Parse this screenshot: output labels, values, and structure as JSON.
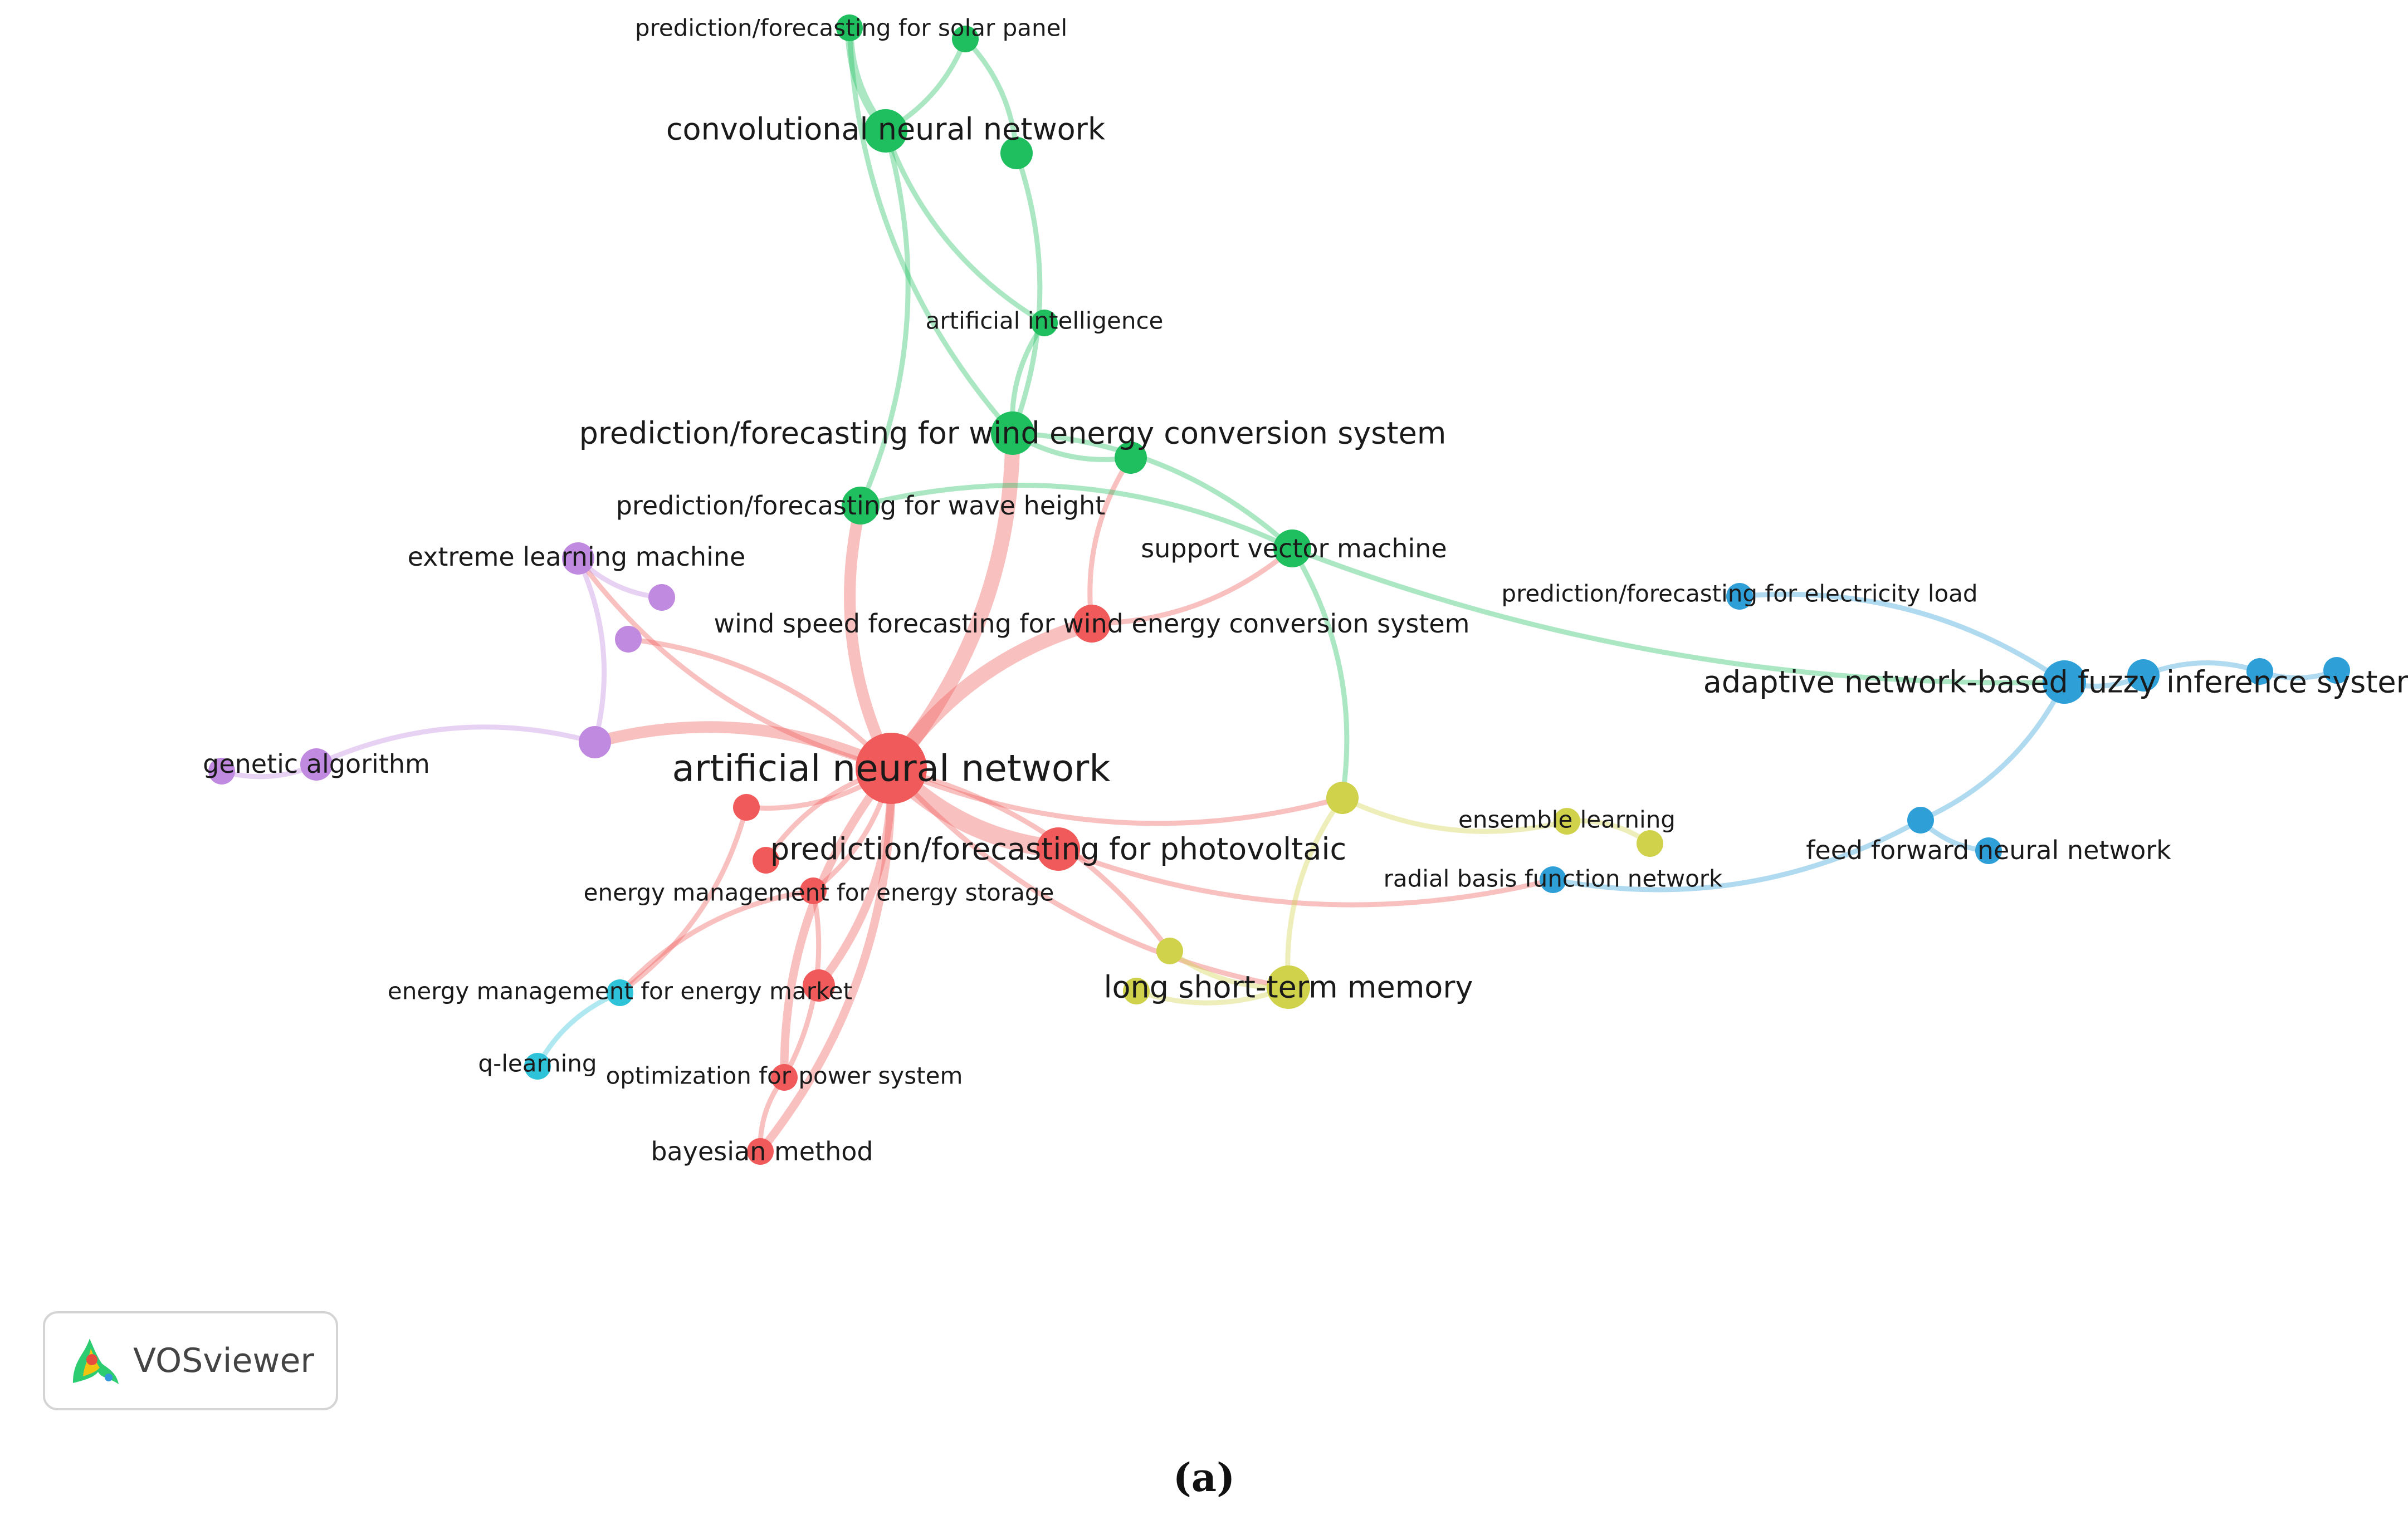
{
  "colors": {
    "red": "#f05a5a",
    "green": "#1fbf5f",
    "blue": "#2f9fd8",
    "purple": "#c08ae0",
    "yellow": "#cfd24a",
    "cyan": "#2ec3d8"
  },
  "nodes": [
    {
      "id": "ann",
      "label": "artificial neural network",
      "cluster": "red",
      "weight": 10,
      "label_size": "xl"
    },
    {
      "id": "pv",
      "label": "prediction/forecasting for photovoltaic",
      "cluster": "red",
      "weight": 5,
      "label_size": "l"
    },
    {
      "id": "wsf",
      "label": "wind speed forecasting for wind energy conversion system",
      "cluster": "red",
      "weight": 4,
      "label_size": "m"
    },
    {
      "id": "emes",
      "label": "energy management for energy storage",
      "cluster": "red",
      "weight": 2,
      "label_size": "s"
    },
    {
      "id": "r1",
      "label": "",
      "cluster": "red",
      "weight": 2
    },
    {
      "id": "r2",
      "label": "",
      "cluster": "red",
      "weight": 2
    },
    {
      "id": "r3",
      "label": "",
      "cluster": "red",
      "weight": 3
    },
    {
      "id": "ops",
      "label": "optimization for power system",
      "cluster": "red",
      "weight": 2,
      "label_size": "s"
    },
    {
      "id": "bay",
      "label": "bayesian method",
      "cluster": "red",
      "weight": 2,
      "label_size": "m"
    },
    {
      "id": "cnn",
      "label": "convolutional neural network",
      "cluster": "green",
      "weight": 5,
      "label_size": "l"
    },
    {
      "id": "solar",
      "label": "prediction/forecasting for solar panel",
      "cluster": "green",
      "weight": 2,
      "label_size": "s"
    },
    {
      "id": "g1",
      "label": "",
      "cluster": "green",
      "weight": 2
    },
    {
      "id": "g2",
      "label": "",
      "cluster": "green",
      "weight": 3
    },
    {
      "id": "ai",
      "label": "artificial intelligence",
      "cluster": "green",
      "weight": 2,
      "label_size": "s"
    },
    {
      "id": "wecs",
      "label": "prediction/forecasting for wind energy conversion system",
      "cluster": "green",
      "weight": 5,
      "label_size": "l"
    },
    {
      "id": "g3",
      "label": "",
      "cluster": "green",
      "weight": 3
    },
    {
      "id": "wave",
      "label": "prediction/forecasting for wave height",
      "cluster": "green",
      "weight": 4,
      "label_size": "m"
    },
    {
      "id": "svm",
      "label": "support vector machine",
      "cluster": "green",
      "weight": 4,
      "label_size": "m"
    },
    {
      "id": "elm",
      "label": "extreme learning machine",
      "cluster": "purple",
      "weight": 3,
      "label_size": "m"
    },
    {
      "id": "p1",
      "label": "",
      "cluster": "purple",
      "weight": 2
    },
    {
      "id": "p2",
      "label": "",
      "cluster": "purple",
      "weight": 2
    },
    {
      "id": "p3",
      "label": "",
      "cluster": "purple",
      "weight": 3
    },
    {
      "id": "ga",
      "label": "genetic algorithm",
      "cluster": "purple",
      "weight": 3,
      "label_size": "m"
    },
    {
      "id": "p4",
      "label": "",
      "cluster": "purple",
      "weight": 2
    },
    {
      "id": "y1",
      "label": "",
      "cluster": "yellow",
      "weight": 3
    },
    {
      "id": "ens",
      "label": "ensemble learning",
      "cluster": "yellow",
      "weight": 2,
      "label_size": "s"
    },
    {
      "id": "y2",
      "label": "",
      "cluster": "yellow",
      "weight": 2
    },
    {
      "id": "lstm",
      "label": "long short-term memory",
      "cluster": "yellow",
      "weight": 5,
      "label_size": "l"
    },
    {
      "id": "y3",
      "label": "",
      "cluster": "yellow",
      "weight": 2
    },
    {
      "id": "y4",
      "label": "",
      "cluster": "yellow",
      "weight": 2
    },
    {
      "id": "load",
      "label": "prediction/forecasting for electricity load",
      "cluster": "blue",
      "weight": 2,
      "label_size": "s"
    },
    {
      "id": "anfis",
      "label": "adaptive network-based fuzzy inference system",
      "cluster": "blue",
      "weight": 5,
      "label_size": "l"
    },
    {
      "id": "b1",
      "label": "",
      "cluster": "blue",
      "weight": 3
    },
    {
      "id": "b2",
      "label": "",
      "cluster": "blue",
      "weight": 2
    },
    {
      "id": "b3",
      "label": "",
      "cluster": "blue",
      "weight": 2
    },
    {
      "id": "b4",
      "label": "",
      "cluster": "blue",
      "weight": 2
    },
    {
      "id": "ffnn",
      "label": "feed forward neural network",
      "cluster": "blue",
      "weight": 2,
      "label_size": "m"
    },
    {
      "id": "rbf",
      "label": "radial basis function network",
      "cluster": "blue",
      "weight": 2,
      "label_size": "s"
    },
    {
      "id": "emem",
      "label": "energy management for energy market",
      "cluster": "cyan",
      "weight": 2,
      "label_size": "s"
    },
    {
      "id": "ql",
      "label": "q-learning",
      "cluster": "cyan",
      "weight": 2,
      "label_size": "s"
    }
  ],
  "links": [
    {
      "source": "ann",
      "target": "pv",
      "strength": 5
    },
    {
      "source": "ann",
      "target": "wsf",
      "strength": 4
    },
    {
      "source": "ann",
      "target": "wecs",
      "strength": 4
    },
    {
      "source": "ann",
      "target": "wave",
      "strength": 3
    },
    {
      "source": "ann",
      "target": "p3",
      "strength": 3
    },
    {
      "source": "ann",
      "target": "elm",
      "strength": 1
    },
    {
      "source": "ann",
      "target": "p2",
      "strength": 1
    },
    {
      "source": "ann",
      "target": "r3",
      "strength": 2
    },
    {
      "source": "ann",
      "target": "ops",
      "strength": 2
    },
    {
      "source": "ann",
      "target": "bay",
      "strength": 2
    },
    {
      "source": "ann",
      "target": "lstm",
      "strength": 1
    },
    {
      "source": "ann",
      "target": "y3",
      "strength": 1
    },
    {
      "source": "ann",
      "target": "y1",
      "strength": 1
    },
    {
      "source": "ann",
      "target": "r1",
      "strength": 1
    },
    {
      "source": "ann",
      "target": "r2",
      "strength": 1
    },
    {
      "source": "ann",
      "target": "emes",
      "strength": 1
    },
    {
      "source": "pv",
      "target": "rbf",
      "strength": 1
    },
    {
      "source": "wsf",
      "target": "g3",
      "strength": 1
    },
    {
      "source": "wsf",
      "target": "svm",
      "strength": 1
    },
    {
      "source": "cnn",
      "target": "solar",
      "strength": 2
    },
    {
      "source": "cnn",
      "target": "g1",
      "strength": 1
    },
    {
      "source": "cnn",
      "target": "wave",
      "strength": 1
    },
    {
      "source": "cnn",
      "target": "ai",
      "strength": 1
    },
    {
      "source": "g1",
      "target": "g2",
      "strength": 1
    },
    {
      "source": "solar",
      "target": "wecs",
      "strength": 1
    },
    {
      "source": "g2",
      "target": "wecs",
      "strength": 1
    },
    {
      "source": "ai",
      "target": "wecs",
      "strength": 1
    },
    {
      "source": "wecs",
      "target": "svm",
      "strength": 1
    },
    {
      "source": "wecs",
      "target": "g3",
      "strength": 1
    },
    {
      "source": "wave",
      "target": "svm",
      "strength": 1
    },
    {
      "source": "svm",
      "target": "anfis",
      "strength": 1
    },
    {
      "source": "svm",
      "target": "y1",
      "strength": 1
    },
    {
      "source": "elm",
      "target": "p1",
      "strength": 1
    },
    {
      "source": "elm",
      "target": "p3",
      "strength": 1
    },
    {
      "source": "p3",
      "target": "ga",
      "strength": 1
    },
    {
      "source": "ga",
      "target": "p4",
      "strength": 1
    },
    {
      "source": "y1",
      "target": "ens",
      "strength": 1
    },
    {
      "source": "ens",
      "target": "y2",
      "strength": 1
    },
    {
      "source": "y1",
      "target": "lstm",
      "strength": 1
    },
    {
      "source": "lstm",
      "target": "y4",
      "strength": 1
    },
    {
      "source": "y3",
      "target": "lstm",
      "strength": 1
    },
    {
      "source": "load",
      "target": "anfis",
      "strength": 1
    },
    {
      "source": "anfis",
      "target": "b1",
      "strength": 1
    },
    {
      "source": "b1",
      "target": "b2",
      "strength": 1
    },
    {
      "source": "b2",
      "target": "b3",
      "strength": 1
    },
    {
      "source": "anfis",
      "target": "b4",
      "strength": 1
    },
    {
      "source": "b4",
      "target": "ffnn",
      "strength": 1
    },
    {
      "source": "b4",
      "target": "rbf",
      "strength": 1
    },
    {
      "source": "emem",
      "target": "ql",
      "strength": 1
    },
    {
      "source": "r1",
      "target": "emem",
      "strength": 1
    },
    {
      "source": "emes",
      "target": "emem",
      "strength": 1
    },
    {
      "source": "emes",
      "target": "ops",
      "strength": 1
    },
    {
      "source": "ops",
      "target": "bay",
      "strength": 1
    }
  ],
  "logo": {
    "text": "VOSviewer",
    "icon": "vosviewer-logo-icon"
  },
  "caption": {
    "text": "(a)"
  }
}
